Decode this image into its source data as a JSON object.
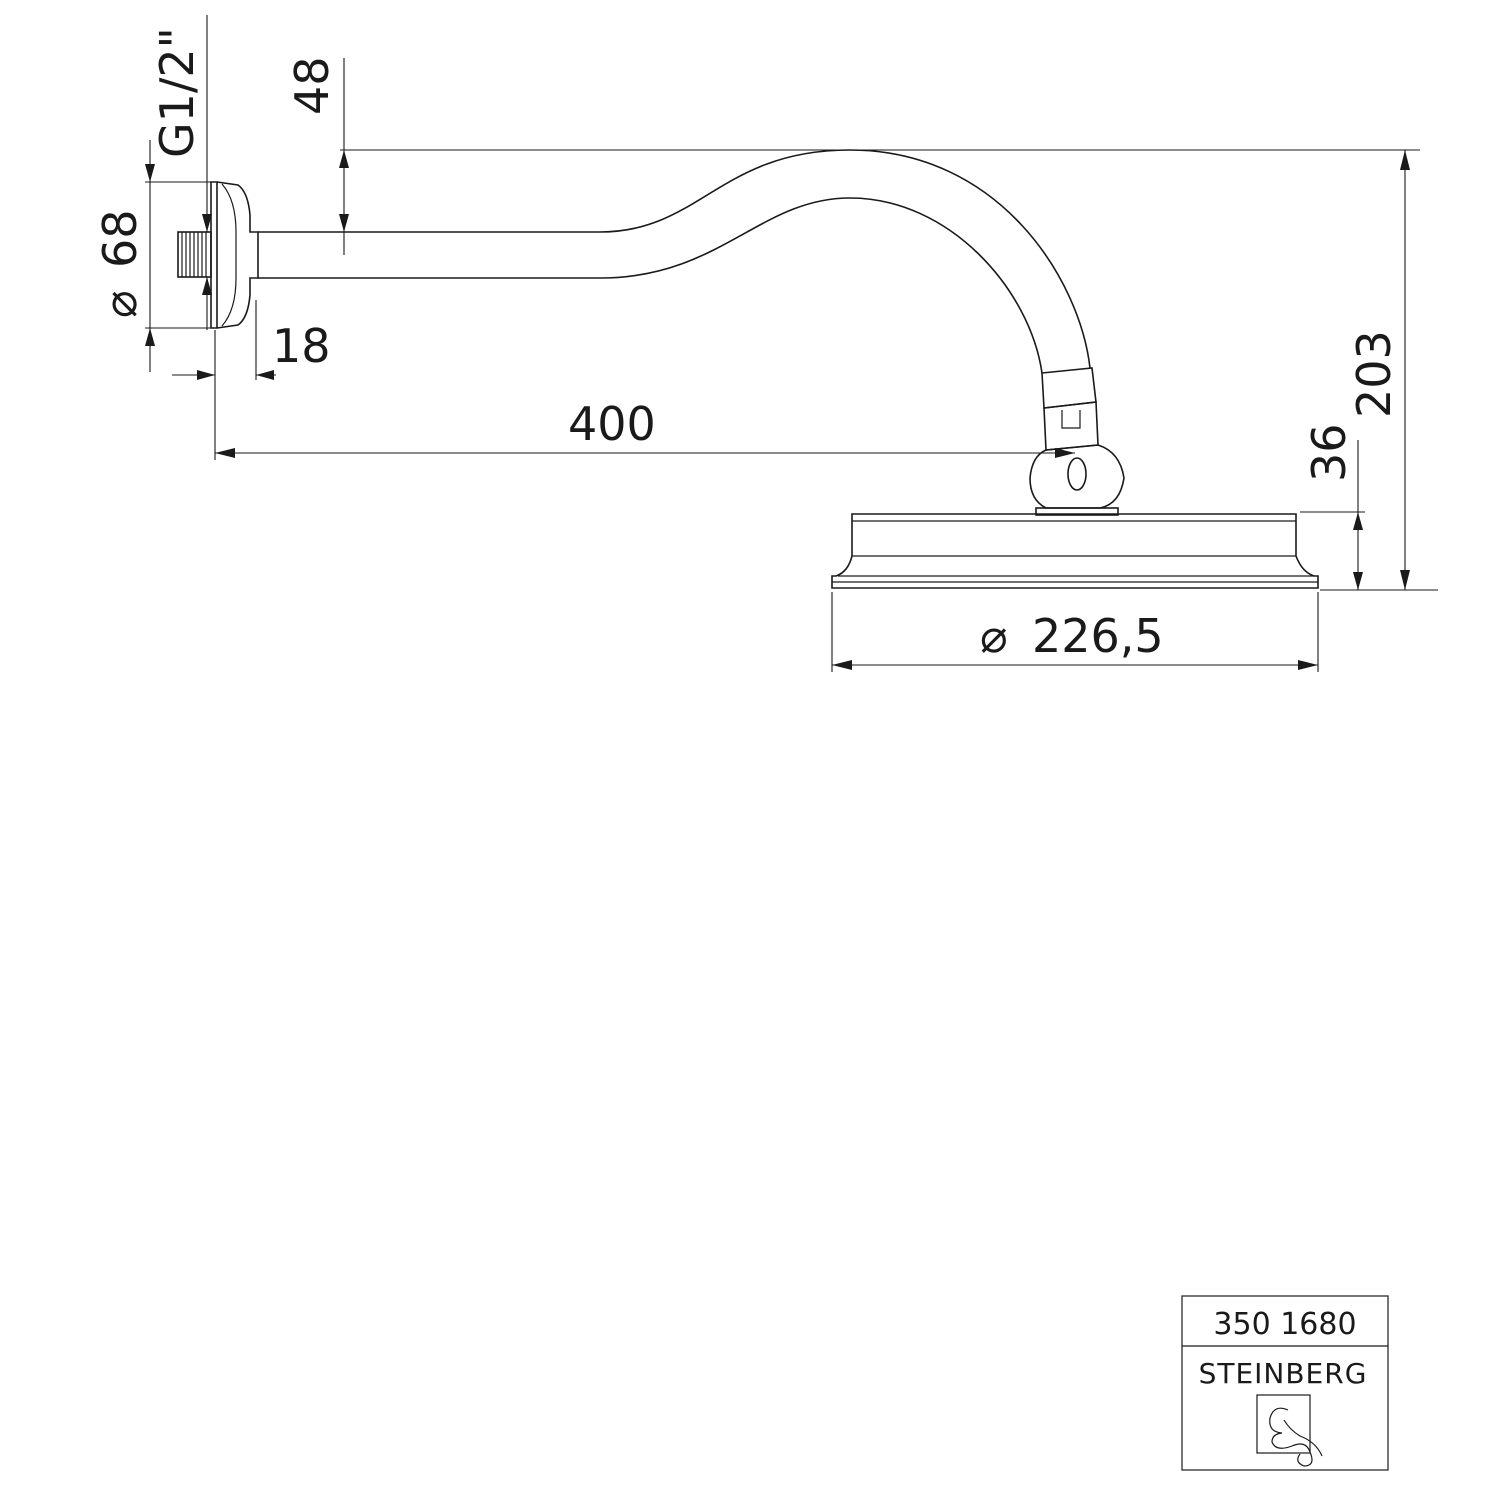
{
  "dimensions": {
    "thread": "G1/2\"",
    "arm_offset": "48",
    "flange_diameter": "68",
    "flange_depth": "18",
    "projection": "400",
    "head_height": "36",
    "total_height": "203",
    "head_diameter": "226,5",
    "diameter_symbol": "⌀"
  },
  "title_block": {
    "article_number": "350 1680",
    "brand": "STEINBERG",
    "logo": "steinberg-logo-icon"
  },
  "colors": {
    "line": "#1a1a1a",
    "background": "#ffffff"
  }
}
